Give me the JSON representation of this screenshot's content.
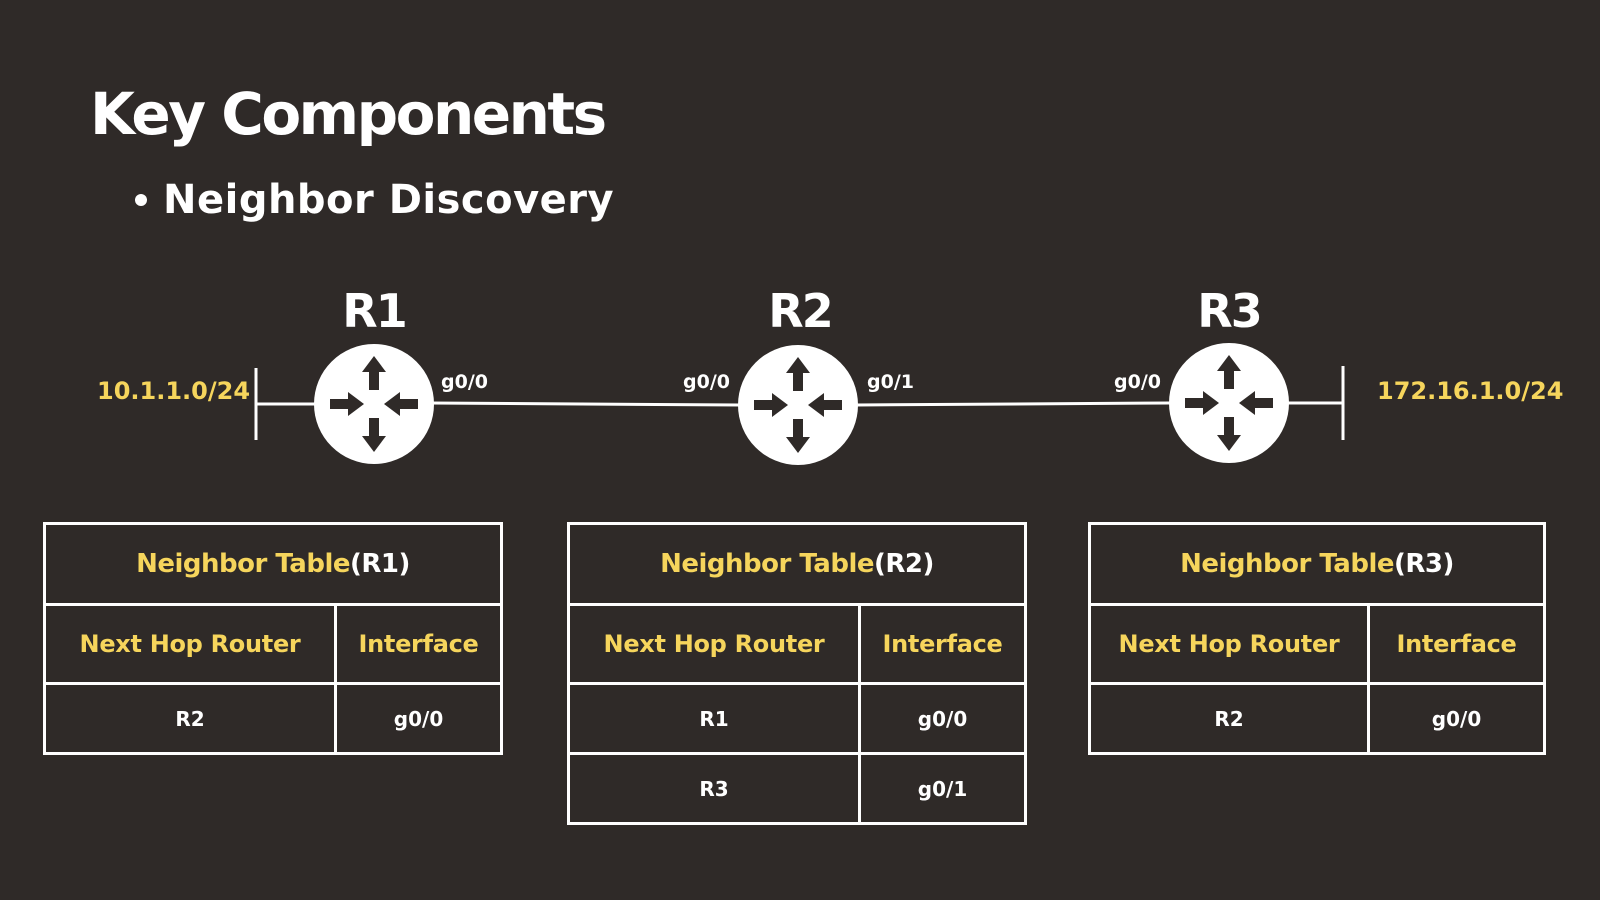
{
  "slide": {
    "title": "Key Components",
    "bullet": "Neighbor Discovery"
  },
  "colors": {
    "background": "#2f2a28",
    "accent": "#f6d55c",
    "foreground": "#ffffff"
  },
  "topology": {
    "routers": [
      {
        "name": "R1",
        "icon": "router-icon"
      },
      {
        "name": "R2",
        "icon": "router-icon"
      },
      {
        "name": "R3",
        "icon": "router-icon"
      }
    ],
    "networks": {
      "left": "10.1.1.0/24",
      "right": "172.16.1.0/24"
    },
    "interfaces": {
      "r1_right": "g0/0",
      "r2_left": "g0/0",
      "r2_right": "g0/1",
      "r3_left": "g0/0"
    }
  },
  "tables": [
    {
      "caption_main": "Neighbor Table",
      "caption_suffix": "(R1)",
      "headers": [
        "Next Hop Router",
        "Interface"
      ],
      "rows": [
        [
          "R2",
          "g0/0"
        ]
      ]
    },
    {
      "caption_main": "Neighbor Table",
      "caption_suffix": "(R2)",
      "headers": [
        "Next Hop Router",
        "Interface"
      ],
      "rows": [
        [
          "R1",
          "g0/0"
        ],
        [
          "R3",
          "g0/1"
        ]
      ]
    },
    {
      "caption_main": "Neighbor Table",
      "caption_suffix": "(R3)",
      "headers": [
        "Next Hop Router",
        "Interface"
      ],
      "rows": [
        [
          "R2",
          "g0/0"
        ]
      ]
    }
  ]
}
